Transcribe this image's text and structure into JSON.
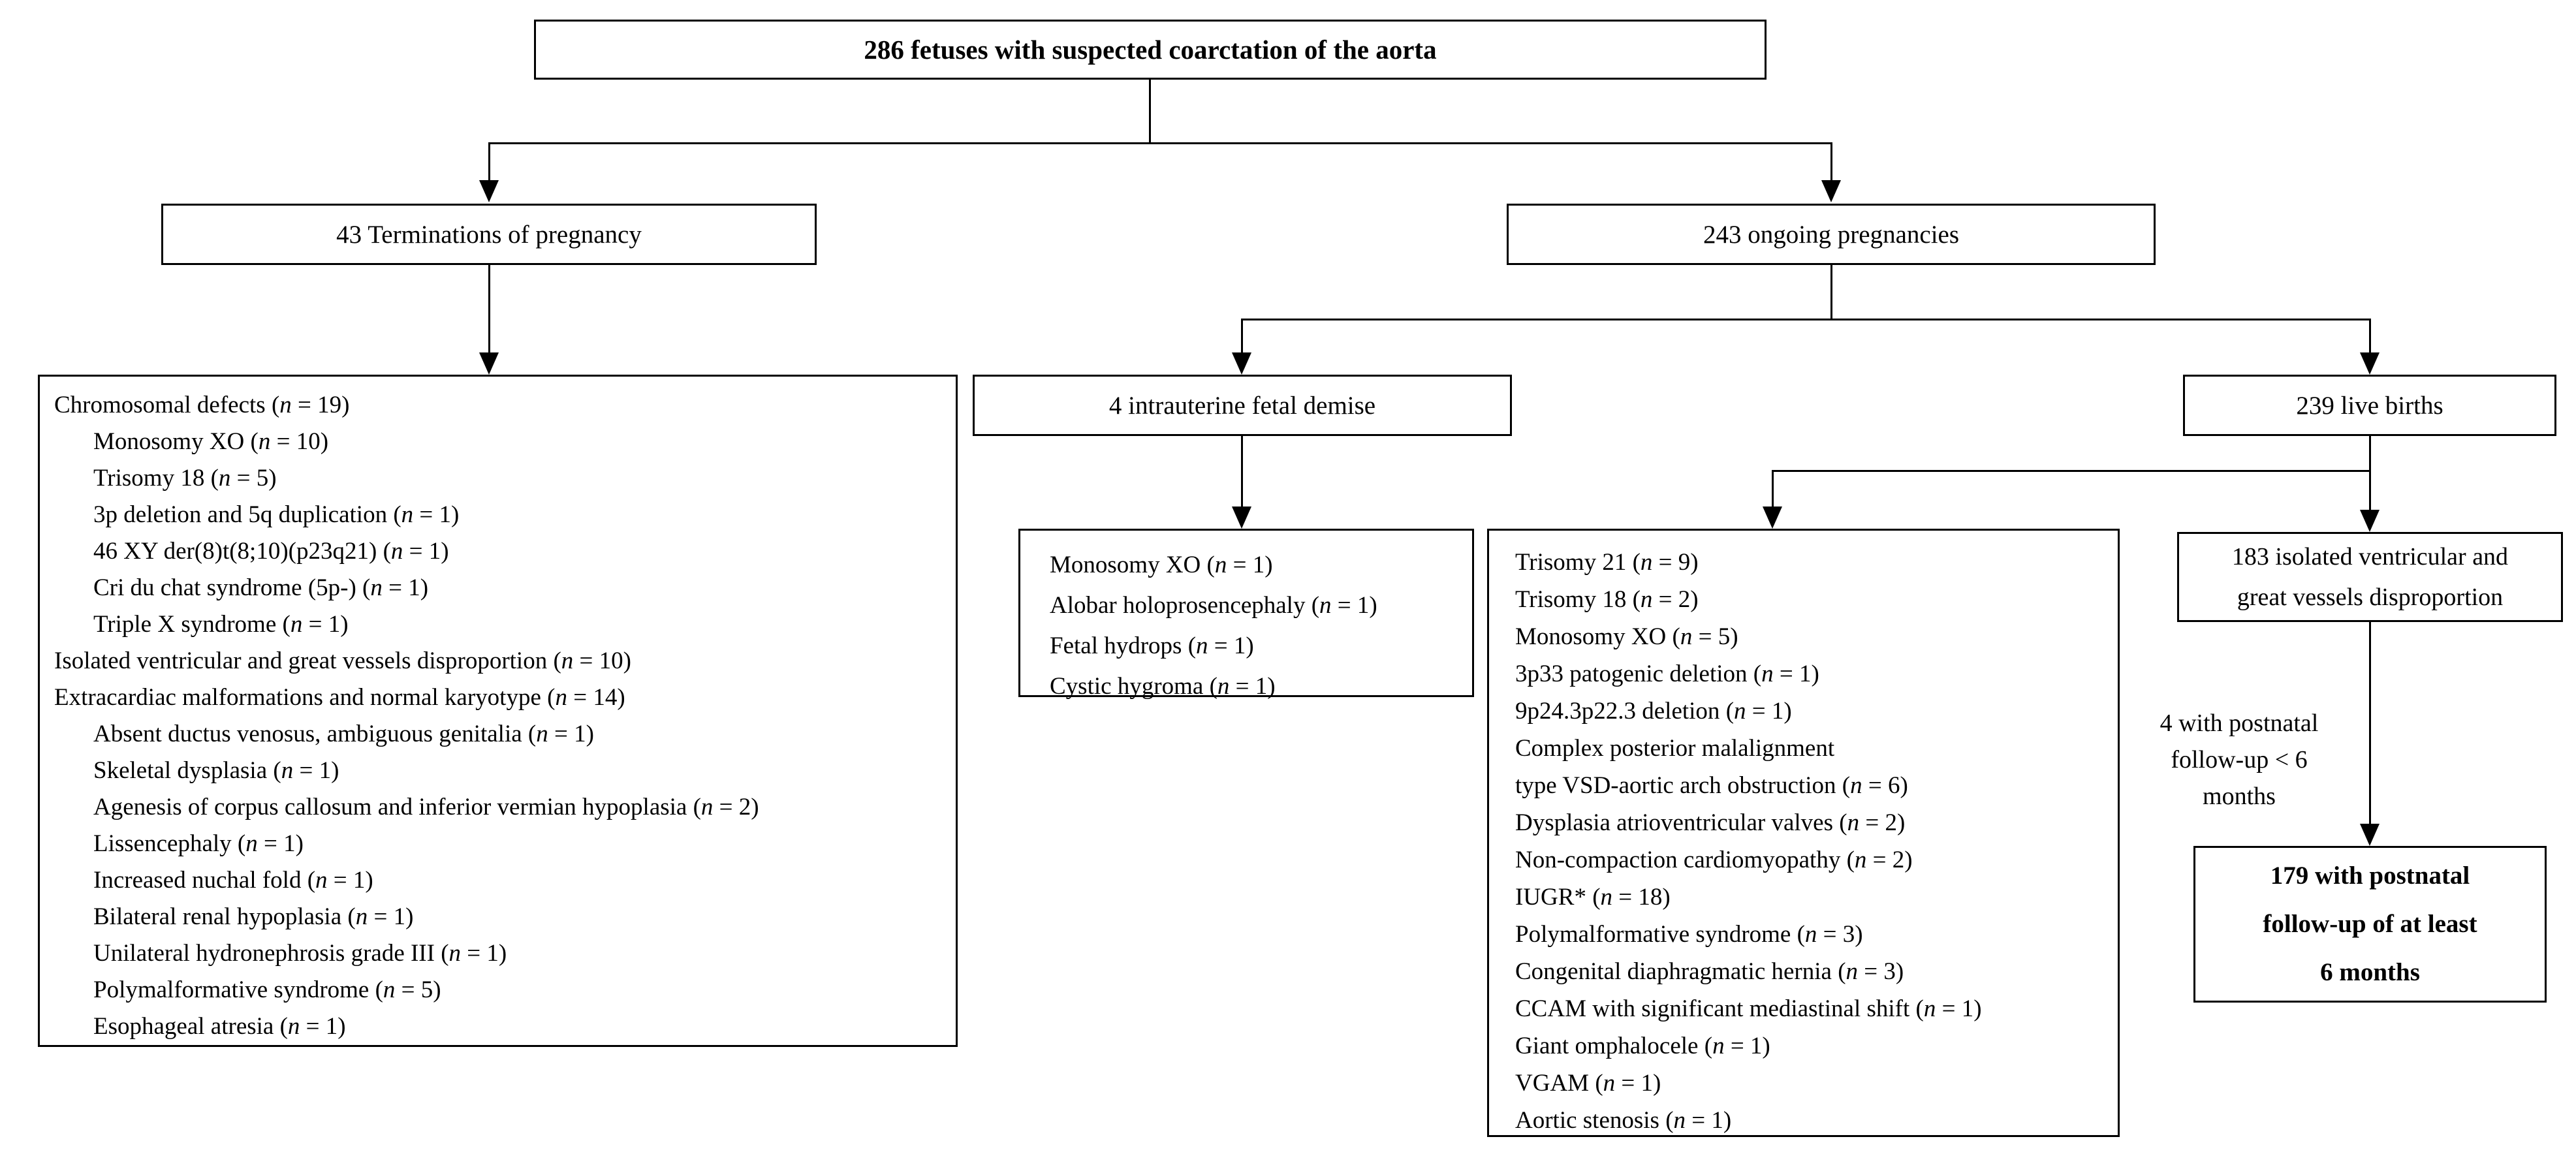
{
  "flowchart": {
    "title_box": "286 fetuses with suspected coarctation of the aorta",
    "termination_box": "43 Terminations of pregnancy",
    "ongoing_box": "243 ongoing pregnancies",
    "demise_box": "4 intrauterine fetal demise",
    "live_births_box": "239 live births",
    "isolated_box_lines": [
      "183 isolated ventricular and",
      "great vessels disproportion"
    ],
    "short_followup_lines": [
      "4 with postnatal",
      "follow-up < 6",
      "months"
    ],
    "long_followup_lines": [
      "179 with postnatal",
      "follow-up of at least",
      "6 months"
    ],
    "termination_details": [
      {
        "text": "Chromosomal defects",
        "n": "19",
        "indent": 0
      },
      {
        "text": "Monosomy XO",
        "n": "10",
        "indent": 1
      },
      {
        "text": "Trisomy 18",
        "n": "5",
        "indent": 1
      },
      {
        "text": "3p deletion and 5q duplication",
        "n": "1",
        "indent": 1
      },
      {
        "text": "46 XY der(8)t(8;10)(p23q21)",
        "n": "1",
        "indent": 1
      },
      {
        "text": "Cri du chat syndrome (5p-)",
        "n": "1",
        "indent": 1
      },
      {
        "text": "Triple X syndrome",
        "n": "1",
        "indent": 1
      },
      {
        "text": "Isolated ventricular and great vessels disproportion",
        "n": "10",
        "indent": 0
      },
      {
        "text": "Extracardiac malformations and normal karyotype",
        "n": "14",
        "indent": 0
      },
      {
        "text": "Absent ductus venosus, ambiguous genitalia",
        "n": "1",
        "indent": 1
      },
      {
        "text": "Skeletal dysplasia",
        "n": "1",
        "indent": 1
      },
      {
        "text": "Agenesis of corpus callosum and inferior vermian hypoplasia",
        "n": "2",
        "indent": 1
      },
      {
        "text": "Lissencephaly",
        "n": "1",
        "indent": 1
      },
      {
        "text": "Increased nuchal fold",
        "n": "1",
        "indent": 1
      },
      {
        "text": "Bilateral renal hypoplasia",
        "n": "1",
        "indent": 1
      },
      {
        "text": "Unilateral hydronephrosis grade III",
        "n": "1",
        "indent": 1
      },
      {
        "text": "Polymalformative syndrome",
        "n": "5",
        "indent": 1
      },
      {
        "text": "Esophageal atresia",
        "n": "1",
        "indent": 1
      }
    ],
    "demise_details": [
      {
        "text": "Monosomy XO",
        "n": "1",
        "indent": 0
      },
      {
        "text": "Alobar holoprosencephaly",
        "n": "1",
        "indent": 0
      },
      {
        "text": "Fetal hydrops",
        "n": "1",
        "indent": 0
      },
      {
        "text": "Cystic hygroma",
        "n": "1",
        "indent": 0
      }
    ],
    "live_birth_details": [
      {
        "text": "Trisomy 21",
        "n": "9",
        "indent": 0
      },
      {
        "text": "Trisomy 18",
        "n": "2",
        "indent": 0
      },
      {
        "text": "Monosomy XO",
        "n": "5",
        "indent": 0
      },
      {
        "text": "3p33 patogenic deletion",
        "n": "1",
        "indent": 0
      },
      {
        "text": "9p24.3p22.3 deletion",
        "n": "1",
        "indent": 0
      },
      {
        "text": "Complex posterior malalignment",
        "n": null,
        "indent": 0
      },
      {
        "text": "type VSD-aortic arch obstruction",
        "n": "6",
        "indent": 0
      },
      {
        "text": "Dysplasia atrioventricular valves",
        "n": "2",
        "indent": 0
      },
      {
        "text": "Non-compaction cardiomyopathy",
        "n": "2",
        "indent": 0
      },
      {
        "text": "IUGR*",
        "n": "18",
        "indent": 0
      },
      {
        "text": "Polymalformative syndrome",
        "n": "3",
        "indent": 0
      },
      {
        "text": "Congenital diaphragmatic hernia",
        "n": "3",
        "indent": 0
      },
      {
        "text": "CCAM with significant mediastinal shift",
        "n": "1",
        "indent": 0
      },
      {
        "text": "Giant omphalocele",
        "n": "1",
        "indent": 0
      },
      {
        "text": "VGAM",
        "n": "1",
        "indent": 0
      },
      {
        "text": "Aortic stenosis",
        "n": "1",
        "indent": 0
      }
    ]
  }
}
